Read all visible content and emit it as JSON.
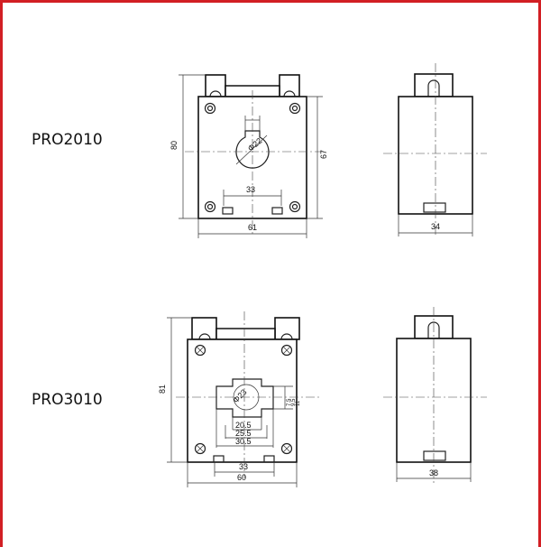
{
  "models": [
    {
      "name": "PRO2010",
      "front": {
        "height": "80",
        "inner_height": "67",
        "width": "61",
        "hole_spacing": "33",
        "diameter": "Φ22"
      },
      "side": {
        "width": "34"
      }
    },
    {
      "name": "PRO3010",
      "front": {
        "height": "81",
        "width": "60",
        "hole_spacing": "33",
        "diameter": "Φ23",
        "slot_dims": [
          "20.5",
          "25.5",
          "30.5"
        ],
        "small_dims": [
          "7.5",
          "9.5",
          "11"
        ]
      },
      "side": {
        "width": "38"
      }
    }
  ],
  "colors": {
    "frame": "#d21f24",
    "line": "#222222"
  }
}
